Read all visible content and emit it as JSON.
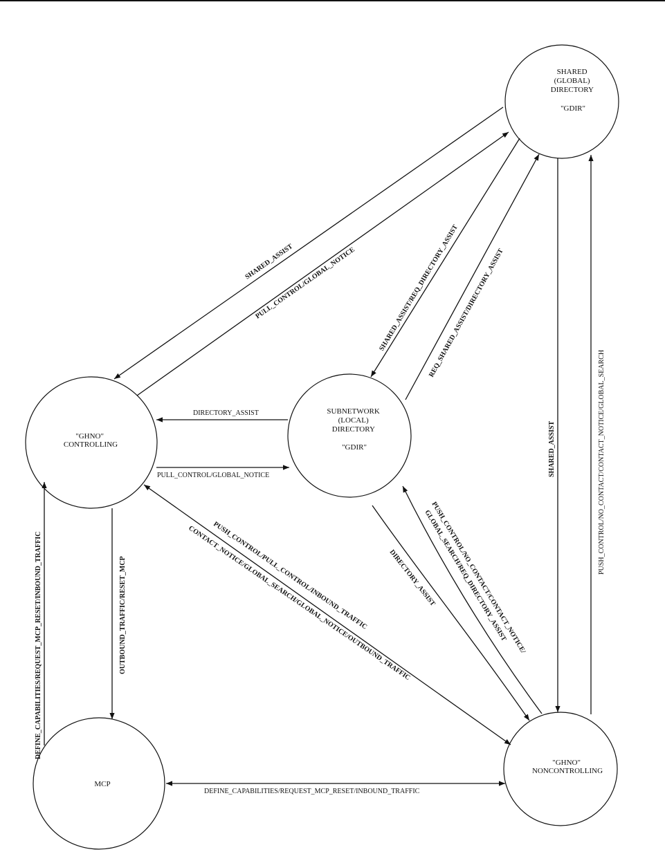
{
  "nodes": {
    "gdir_shared": {
      "lines": [
        "SHARED",
        "(GLOBAL)",
        "DIRECTORY",
        "",
        "\"GDIR\""
      ]
    },
    "ghno_controlling": {
      "lines": [
        "\"GHNO\"",
        "CONTROLLING"
      ]
    },
    "subnetwork": {
      "lines": [
        "SUBNETWORK",
        "(LOCAL)",
        "DIRECTORY",
        "",
        "\"GDIR\""
      ]
    },
    "mcp": {
      "lines": [
        "MCP"
      ]
    },
    "ghno_noncontrolling": {
      "lines": [
        "\"GHNO\"",
        "NONCONTROLLING"
      ]
    }
  },
  "edges": {
    "gdir_to_ctrl": "SHARED_ASSIST",
    "ctrl_to_gdir": "PULL_CONTROL/GLOBAL_NOTICE",
    "gdir_to_sub": "SHARED_ASSIST/REQ_DIRECTORY_ASSIST",
    "sub_to_gdir": "REQ_SHARED_ASSIST/DIRECTORY_ASSIST",
    "gdir_to_nonctrl": "SHARED_ASSIST",
    "nonctrl_to_gdir": "PUSH_CONTROL/NO_CONTACT/CONTACT_NOTICE/GLOBAL_SEARCH",
    "sub_to_ctrl": "DIRECTORY_ASSIST",
    "ctrl_to_sub": "PULL_CONTROL/GLOBAL_NOTICE",
    "sub_to_nonctrl": "DIRECTORY_ASSIST",
    "nonctrl_to_sub_1": "PUSH_CONTROL/NO_CONTACT/CONTACT_NOTICE/",
    "nonctrl_to_sub_2": "GLOBAL_SEARCH/REQ_DIRECTORY_ASSIST",
    "ctrl_nonctrl_1": "PUSH_CONTROL/PULL_CONTROL/INBOUND_TRAFFIC",
    "ctrl_nonctrl_2": "CONTACT_NOTICE/GLOBAL_SEARCH/GLOBAL_NOTICE/OUTBOUND_TRAFFIC",
    "ctrl_to_mcp": "OUTBOUND_TRAFFIC/RESET_MCP",
    "mcp_to_ctrl": "DEFINE_CAPABILITIES/REQUEST_MCP_RESET/INBOUND_TRAFFIC",
    "mcp_nonctrl": "DEFINE_CAPABILITIES/REQUEST_MCP_RESET/INBOUND_TRAFFIC"
  }
}
